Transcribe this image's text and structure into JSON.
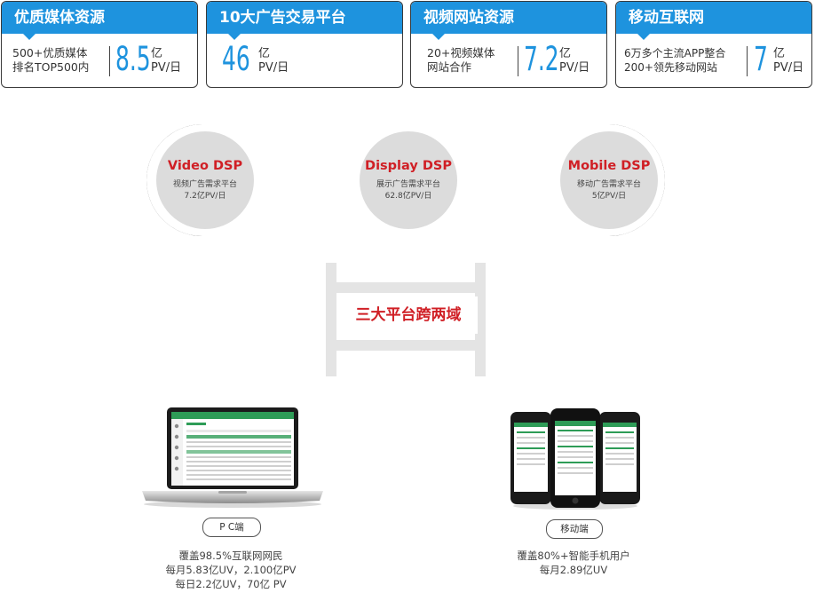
{
  "cards": [
    {
      "title": "优质媒体资源",
      "desc_line1": "500+优质媒体",
      "desc_line2": "排名TOP500内",
      "number": "8.5",
      "unit_line1": "亿",
      "unit_line2": "PV/日"
    },
    {
      "title": "10大广告交易平台",
      "desc_line1": "",
      "desc_line2": "",
      "number": "46",
      "unit_line1": "亿",
      "unit_line2": "PV/日"
    },
    {
      "title": "视频网站资源",
      "desc_line1": "20+视频媒体",
      "desc_line2": "网站合作",
      "number": "7.2",
      "unit_line1": "亿",
      "unit_line2": "PV/日"
    },
    {
      "title": "移动互联网",
      "desc_line1": "6万多个主流APP整合",
      "desc_line2": "200+领先移动网站",
      "number": "7",
      "unit_line1": "亿",
      "unit_line2": "PV/日"
    }
  ],
  "dsp": [
    {
      "title": "Video DSP",
      "sub1": "视频广告需求平台",
      "sub2": "7.2亿PV/日"
    },
    {
      "title": "Display DSP",
      "sub1": "展示广告需求平台",
      "sub2": "62.8亿PV/日"
    },
    {
      "title": "Mobile DSP",
      "sub1": "移动广告需求平台",
      "sub2": "5亿PV/日"
    }
  ],
  "bridge_label": "三大平台跨两域",
  "pc": {
    "tag": "P C端",
    "stat1": "覆盖98.5%互联网网民",
    "stat2": "每月5.83亿UV，2.100亿PV",
    "stat3": "每日2.2亿UV，70亿 PV"
  },
  "mobile": {
    "tag": "移动端",
    "stat1": "覆盖80%+智能手机用户",
    "stat2": "每月2.89亿UV"
  },
  "colors": {
    "accent_blue": "#1e93de",
    "accent_red": "#d01f25",
    "screen_green": "#2e9c57"
  }
}
